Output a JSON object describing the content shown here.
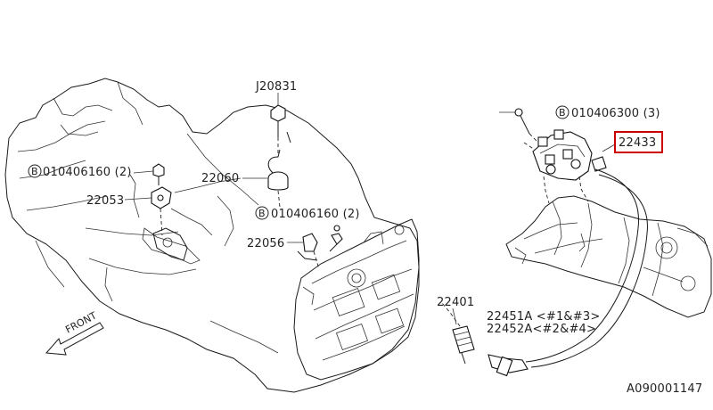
{
  "labels": {
    "j20831": "J20831",
    "b_bolt_left": "010406160 (2)",
    "p22053": "22053",
    "p22060": "22060",
    "b_bolt_mid": "010406160 (2)",
    "p22056": "22056",
    "b_bolt_right": "010406300 (3)",
    "p22433": "22433",
    "p22401": "22401",
    "p22451a": "22451A <#1&#3>",
    "p22452a": "22452A<#2&#4>",
    "front": "FRONT",
    "code": "A090001147"
  },
  "badge_letter": "B",
  "highlight_color": "#cc0000"
}
